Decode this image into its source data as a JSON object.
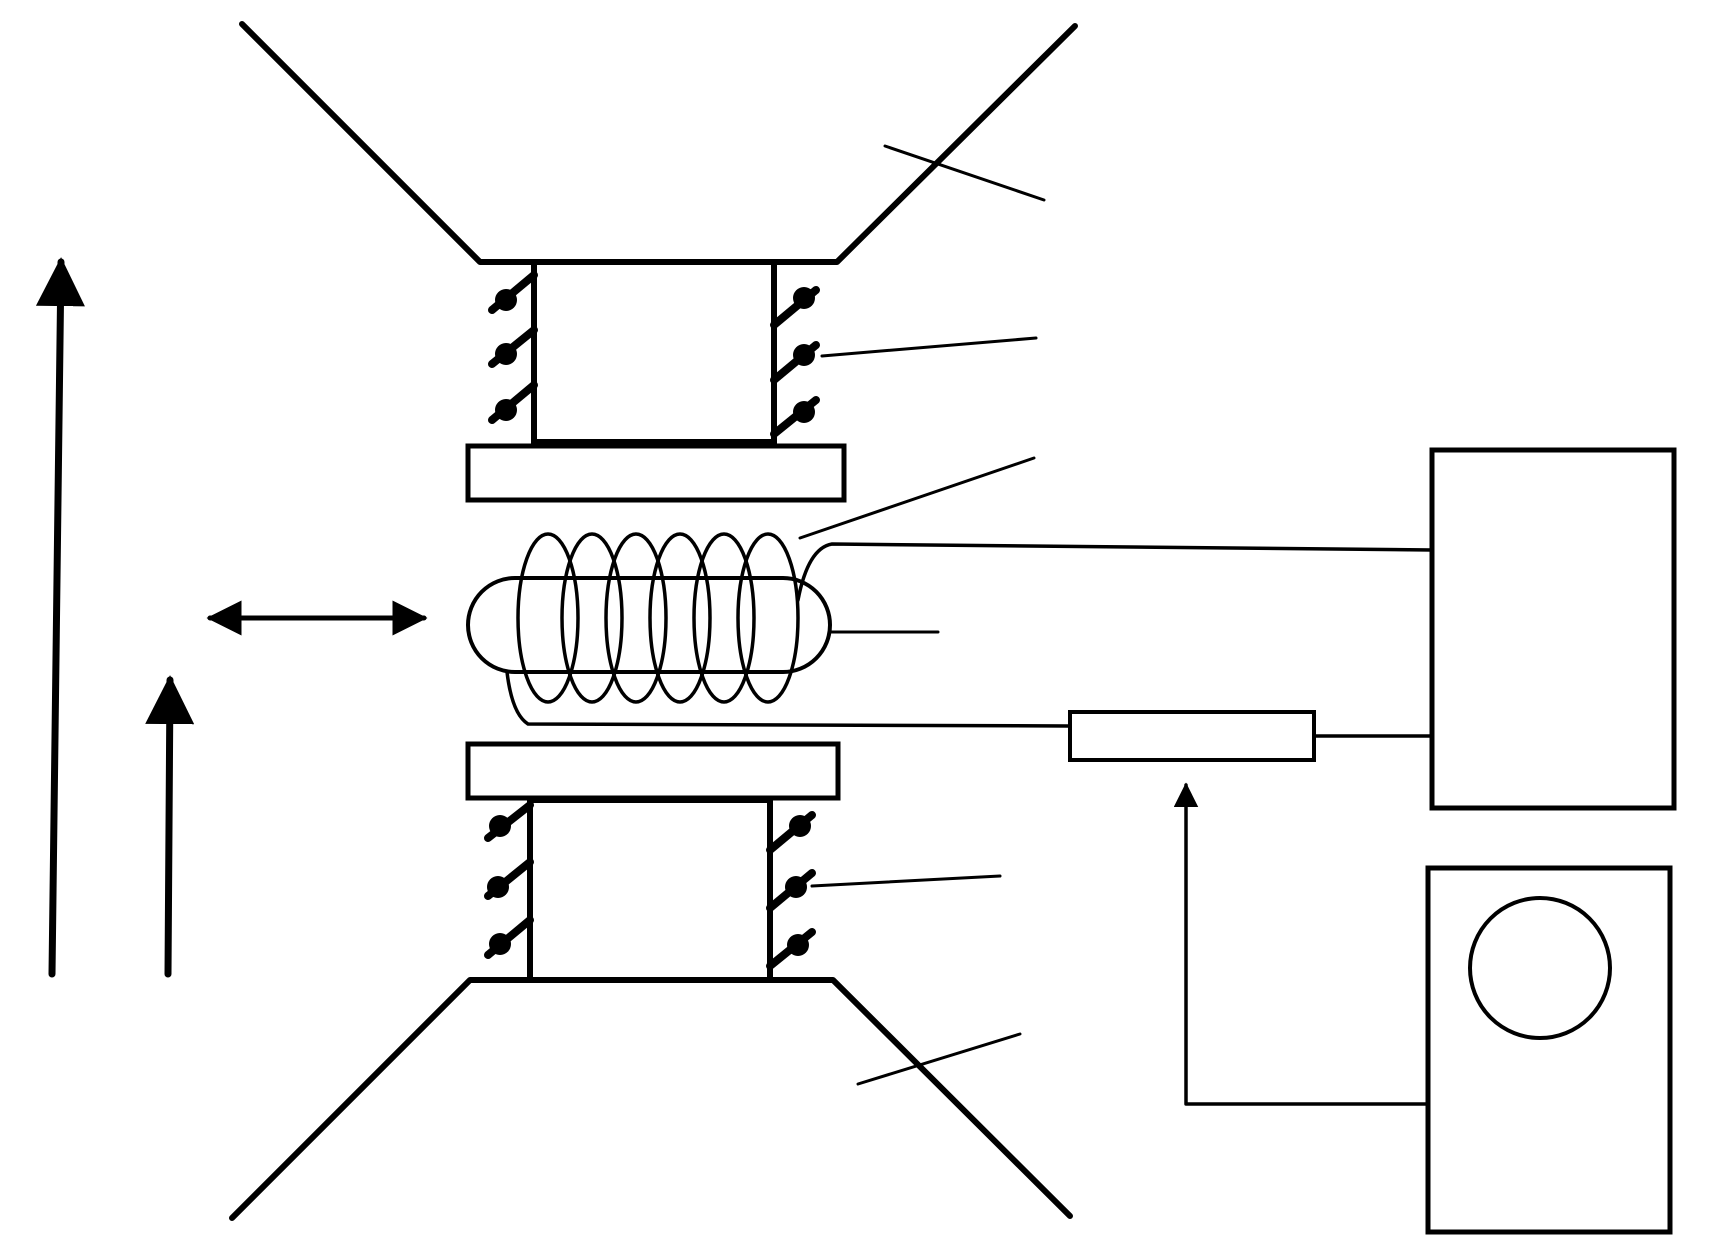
{
  "style": {
    "ink": "#000000",
    "background": "#ffffff"
  },
  "parts": [
    {
      "name": "upper-pole-piece"
    },
    {
      "name": "upper-magnet-coil"
    },
    {
      "name": "upper-pole-cap"
    },
    {
      "name": "sample-coil"
    },
    {
      "name": "sample-rod"
    },
    {
      "name": "lower-pole-cap"
    },
    {
      "name": "lower-magnet-coil"
    },
    {
      "name": "lower-pole-piece"
    },
    {
      "name": "rf-unit-box"
    },
    {
      "name": "detector-box"
    },
    {
      "name": "oscilloscope-box"
    },
    {
      "name": "field-direction-arrow"
    },
    {
      "name": "sample-direction-arrow"
    },
    {
      "name": "lateral-motion-arrow"
    }
  ]
}
